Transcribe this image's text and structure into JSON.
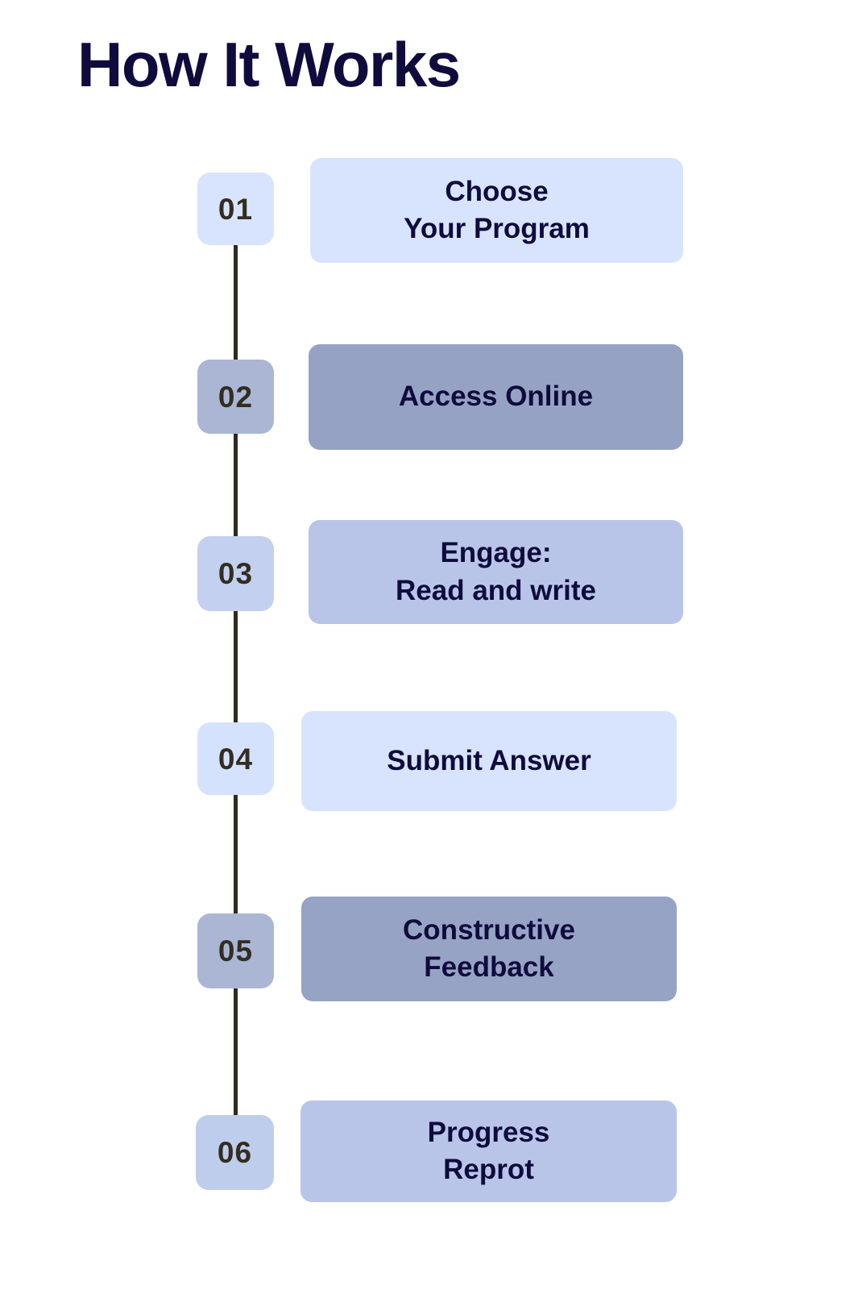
{
  "page": {
    "title": "How It Works",
    "background_color": "#ffffff"
  },
  "palette": {
    "title_color": "#0f0b3d",
    "card_text_color": "#0f0b3d",
    "badge_text_color": "#332d22",
    "timeline_line_color": "#2e2a1e",
    "shade_light": "#d8e4fd",
    "shade_medium": "#b8c5e8",
    "shade_dark": "#95a2c4"
  },
  "timeline": {
    "orientation": "vertical",
    "steps": [
      {
        "number": "01",
        "label": "Choose\nYour Program",
        "badge_color": "#d8e4fd",
        "card_color": "#d8e4fd"
      },
      {
        "number": "02",
        "label": "Access Online",
        "badge_color": "#aab6d4",
        "card_color": "#95a2c4"
      },
      {
        "number": "03",
        "label": "Engage:\nRead and write",
        "badge_color": "#c3d0ef",
        "card_color": "#b8c5e8"
      },
      {
        "number": "04",
        "label": "Submit Answer",
        "badge_color": "#d4e2fd",
        "card_color": "#d8e4fd"
      },
      {
        "number": "05",
        "label": "Constructive\nFeedback",
        "badge_color": "#aab6d4",
        "card_color": "#96a3c5"
      },
      {
        "number": "06",
        "label": "Progress\nReprot",
        "badge_color": "#bfcdec",
        "card_color": "#b8c5e8"
      }
    ]
  }
}
